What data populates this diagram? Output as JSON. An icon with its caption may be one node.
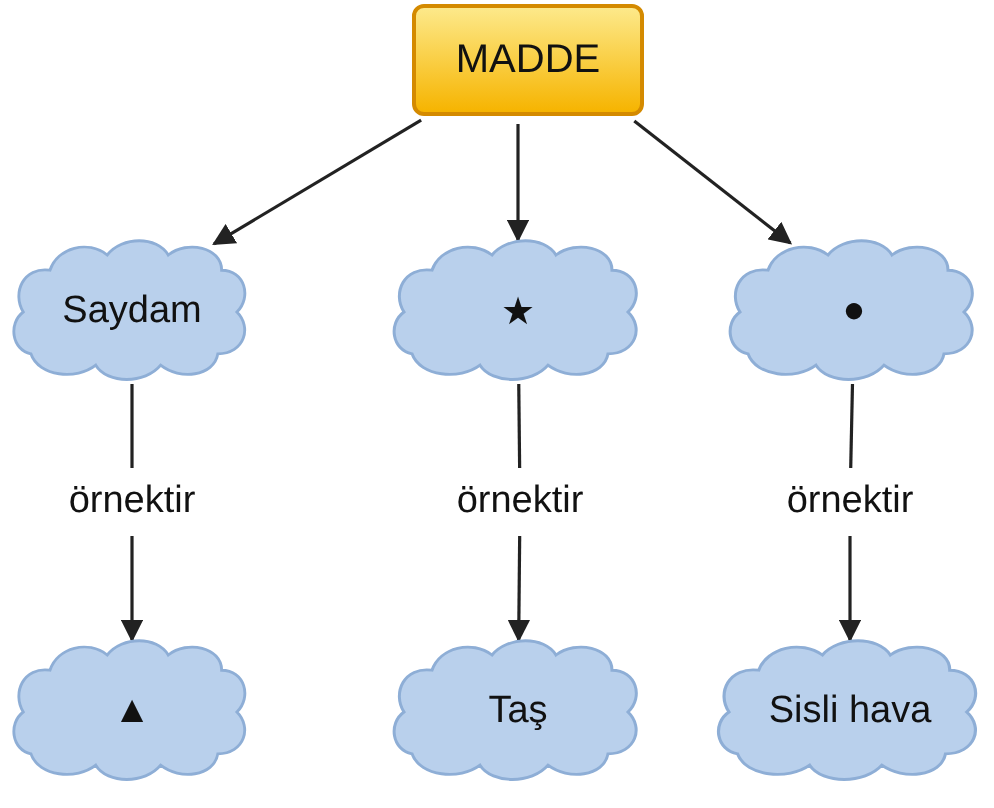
{
  "diagram": {
    "nodes": [
      {
        "text": [
          "MADDE"
        ]
      },
      {
        "text": [
          "Saydam"
        ]
      },
      {
        "text": [
          "★"
        ]
      },
      {
        "text": [
          "●"
        ]
      },
      {
        "text": [
          "örnektir"
        ]
      },
      {
        "text": [
          "örnektir"
        ]
      },
      {
        "text": [
          "örnektir"
        ]
      },
      {
        "text": [
          "▲"
        ]
      },
      {
        "text": [
          "Taş"
        ]
      },
      {
        "text": [
          "Sisli hava"
        ]
      }
    ],
    "edges": [
      {
        "from": 0,
        "to": 1,
        "arrow": "to"
      },
      {
        "from": 0,
        "to": 2,
        "arrow": "to"
      },
      {
        "from": 0,
        "to": 3,
        "arrow": "to"
      },
      {
        "from": 1,
        "to": 4,
        "arrow": "none"
      },
      {
        "from": 2,
        "to": 5,
        "arrow": "none"
      },
      {
        "from": 3,
        "to": 6,
        "arrow": "none"
      },
      {
        "from": 4,
        "to": 7,
        "arrow": "to"
      },
      {
        "from": 5,
        "to": 8,
        "arrow": "to"
      },
      {
        "from": 6,
        "to": 9,
        "arrow": "to"
      }
    ]
  }
}
